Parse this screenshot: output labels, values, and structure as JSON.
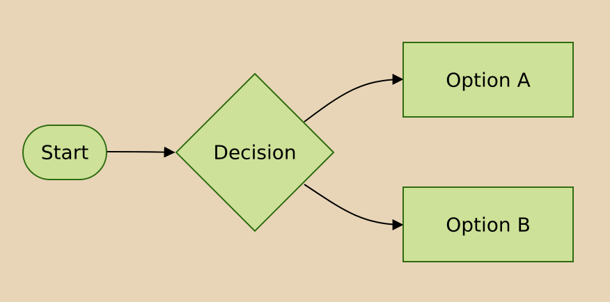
{
  "diagram": {
    "type": "flowchart",
    "nodes": {
      "start": {
        "label": "Start",
        "shape": "stadium"
      },
      "decision": {
        "label": "Decision",
        "shape": "diamond"
      },
      "option_a": {
        "label": "Option A",
        "shape": "rectangle"
      },
      "option_b": {
        "label": "Option B",
        "shape": "rectangle"
      }
    },
    "edges": [
      {
        "from": "start",
        "to": "decision"
      },
      {
        "from": "decision",
        "to": "option_a"
      },
      {
        "from": "decision",
        "to": "option_b"
      }
    ],
    "colors": {
      "background": "#e8d5b7",
      "node_fill": "#cde198",
      "node_stroke": "#2e6b10",
      "edge": "#000000"
    }
  }
}
